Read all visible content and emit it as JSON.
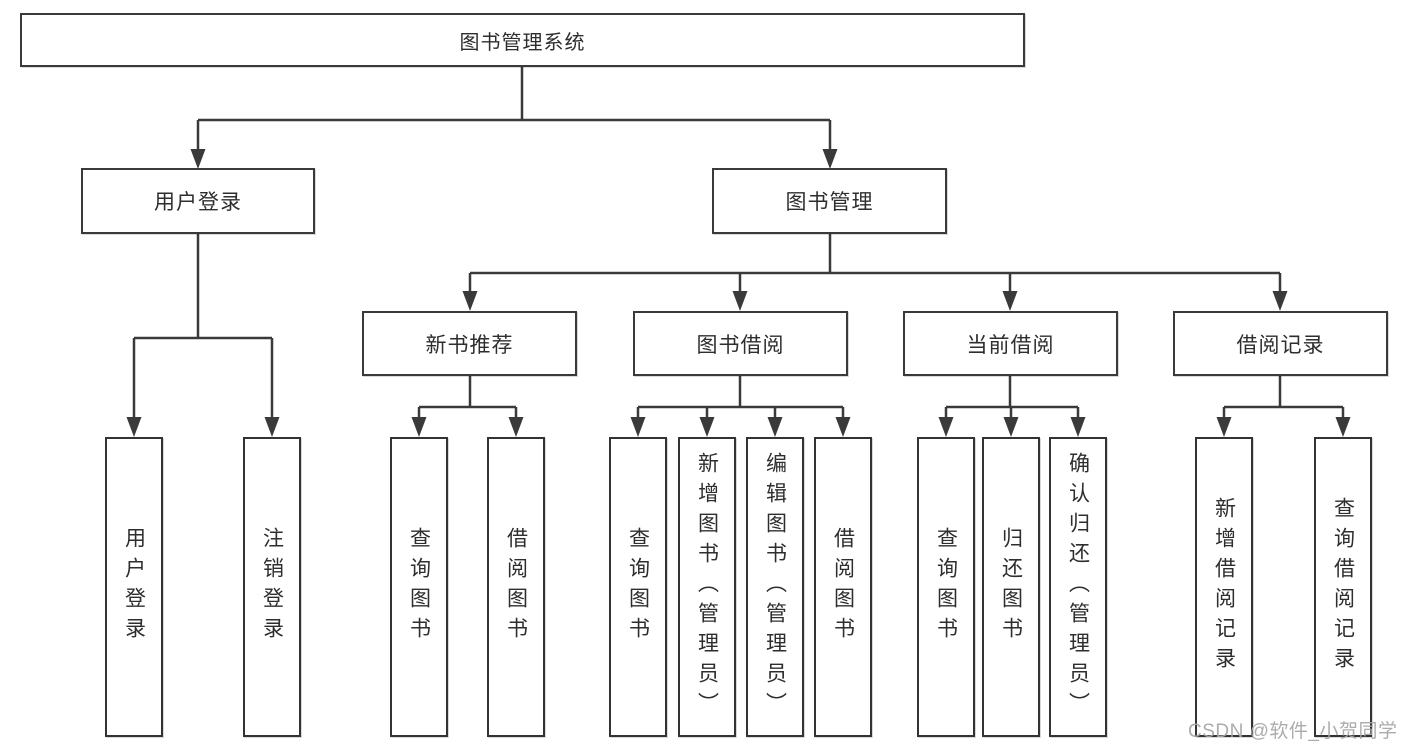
{
  "colors": {
    "background": "#ffffff",
    "line": "#3a3a3a",
    "box_border": "#333333",
    "text": "#2e2e2e",
    "watermark": "#a8a8a8"
  },
  "diagram": {
    "type": "hierarchy-tree",
    "root": {
      "label": "图书管理系统"
    },
    "level2": [
      {
        "label": "用户登录"
      },
      {
        "label": "图书管理"
      }
    ],
    "level3": [
      {
        "label": "新书推荐"
      },
      {
        "label": "图书借阅"
      },
      {
        "label": "当前借阅"
      },
      {
        "label": "借阅记录"
      }
    ],
    "leaves": {
      "user_login": [
        "用户登录",
        "注销登录"
      ],
      "new_book": [
        "查询图书",
        "借阅图书"
      ],
      "book_borrow": [
        "查询图书",
        "新增图书（管理员）",
        "编辑图书（管理员）",
        "借阅图书"
      ],
      "current_borrow": [
        "查询图书",
        "归还图书",
        "确认归还（管理员）"
      ],
      "borrow_record": [
        "新增借阅记录",
        "查询借阅记录"
      ]
    }
  },
  "watermark": {
    "text": "CSDN @软件_小贺同学"
  }
}
